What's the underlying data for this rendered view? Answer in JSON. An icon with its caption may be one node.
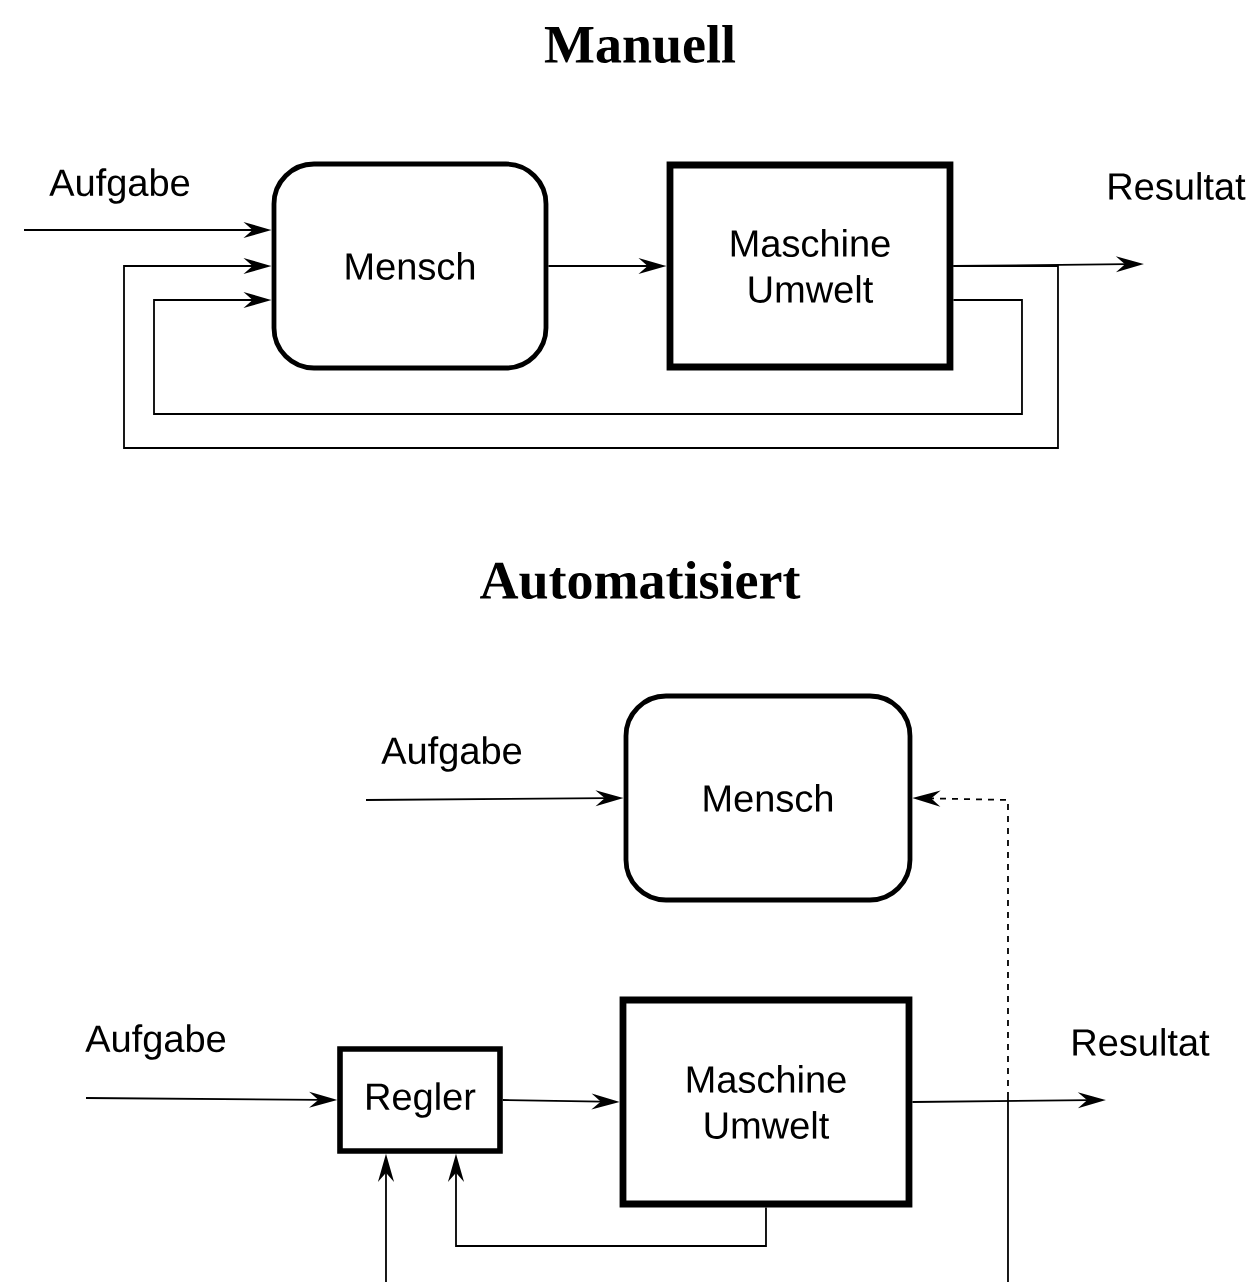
{
  "diagram": {
    "nodes": [
      {
        "text": [
          "Mensch"
        ]
      },
      {
        "text": [
          "Maschine Umwelt"
        ]
      },
      {
        "text": [
          "Mensch"
        ]
      },
      {
        "text": [
          "Regler"
        ]
      },
      {
        "text": [
          "Maschine Umwelt"
        ]
      }
    ],
    "edges": [
      {
        "from": null,
        "to": 0,
        "arrow": "to",
        "label": "Aufgabe"
      },
      {
        "from": 0,
        "to": 1,
        "arrow": "to"
      },
      {
        "from": 1,
        "to": null,
        "arrow": "to",
        "label": "Resultat"
      },
      {
        "from": 1,
        "to": 0,
        "arrow": "to"
      },
      {
        "from": 1,
        "to": 0,
        "arrow": "to"
      },
      {
        "from": null,
        "to": 2,
        "arrow": "to",
        "label": "Aufgabe"
      },
      {
        "from": null,
        "to": 3,
        "arrow": "to",
        "label": "Aufgabe"
      },
      {
        "from": 3,
        "to": 4,
        "arrow": "to"
      },
      {
        "from": 4,
        "to": null,
        "arrow": "to",
        "label": "Resultat"
      },
      {
        "from": 4,
        "to": 3,
        "arrow": "to"
      },
      {
        "from": null,
        "to": 3,
        "arrow": "to"
      },
      {
        "from": null,
        "to": 2,
        "arrow": "to",
        "style": "dashed"
      }
    ],
    "labels": [
      "Manuell",
      "Automatisiert"
    ]
  }
}
